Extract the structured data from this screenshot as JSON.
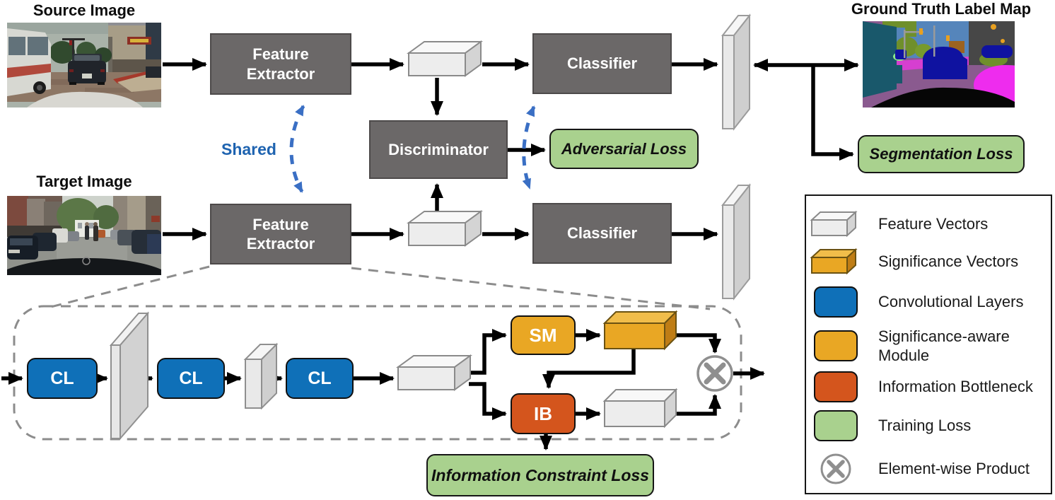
{
  "titles": {
    "source_image": "Source Image",
    "target_image": "Target Image",
    "ground_truth": "Ground Truth Label Map"
  },
  "nodes": {
    "feature_extractor_source": "Feature\nExtractor",
    "feature_extractor_target": "Feature\nExtractor",
    "classifier_source": "Classifier",
    "classifier_target": "Classifier",
    "discriminator": "Discriminator",
    "shared_label": "Shared",
    "cl1": "CL",
    "cl2": "CL",
    "cl3": "CL",
    "sm": "SM",
    "ib": "IB"
  },
  "losses": {
    "adversarial": "Adversarial Loss",
    "segmentation": "Segmentation Loss",
    "information_constraint": "Information Constraint Loss"
  },
  "legend": {
    "items": [
      {
        "icon": "feature-vector-icon",
        "label": "Feature Vectors"
      },
      {
        "icon": "significance-vector-icon",
        "label": "Significance Vectors"
      },
      {
        "icon": "convolutional-layer-swatch",
        "label": "Convolutional Layers"
      },
      {
        "icon": "significance-aware-module-swatch",
        "label": "Significance-aware\nModule"
      },
      {
        "icon": "information-bottleneck-swatch",
        "label": "Information Bottleneck"
      },
      {
        "icon": "training-loss-swatch",
        "label": "Training Loss"
      },
      {
        "icon": "element-wise-product-icon",
        "label": "Element-wise Product"
      }
    ]
  },
  "colors": {
    "module_gray": "#6b6868",
    "convolutional_blue": "#0f70b8",
    "significance_yellow": "#e9a724",
    "bottleneck_orange": "#d4551d",
    "loss_green": "#a9d18e",
    "shared_blue": "#1e63b0",
    "arrow_black": "#000000",
    "dashed_gray": "#8c8c8c"
  }
}
